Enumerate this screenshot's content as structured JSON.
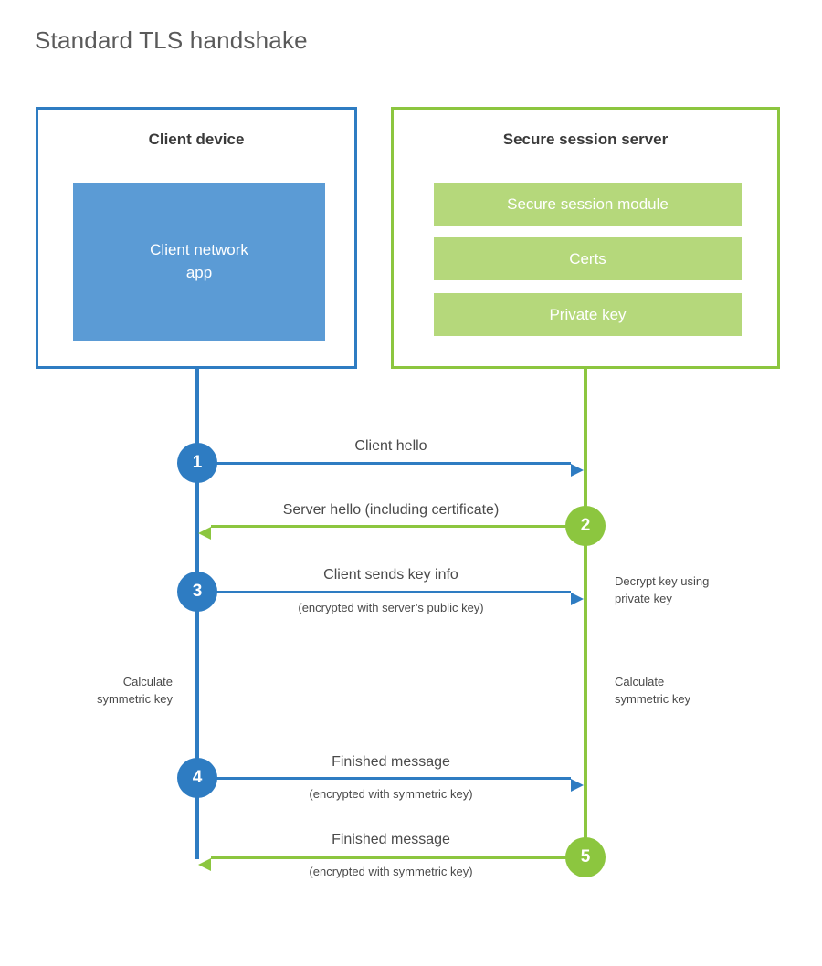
{
  "title": "Standard TLS handshake",
  "colors": {
    "client_blue": "#2e7cc2",
    "client_app_fill": "#5b9bd5",
    "server_green": "#8cc63f",
    "server_bar_fill": "#b5d87b",
    "text_gray": "#4a4a4a",
    "title_gray": "#5a5a5a",
    "background": "#ffffff"
  },
  "client": {
    "title": "Client device",
    "app_label": "Client network\napp",
    "app_label_line1": "Client network",
    "app_label_line2": "app"
  },
  "server": {
    "title": "Secure session server",
    "components": [
      {
        "label": "Secure session module"
      },
      {
        "label": "Certs"
      },
      {
        "label": "Private key"
      }
    ]
  },
  "steps": [
    {
      "number": "1",
      "direction": "client-to-server",
      "color": "blue",
      "label": "Client hello",
      "sublabel": ""
    },
    {
      "number": "2",
      "direction": "server-to-client",
      "color": "green",
      "label": "Server hello (including certificate)",
      "sublabel": ""
    },
    {
      "number": "3",
      "direction": "client-to-server",
      "color": "blue",
      "label": "Client sends key info",
      "sublabel": "(encrypted with server’s public key)"
    },
    {
      "number": "4",
      "direction": "client-to-server",
      "color": "blue",
      "label": "Finished message",
      "sublabel": "(encrypted with symmetric key)"
    },
    {
      "number": "5",
      "direction": "server-to-client",
      "color": "green",
      "label": "Finished message",
      "sublabel": "(encrypted with symmetric key)"
    }
  ],
  "annotations": {
    "decrypt_key": "Decrypt key using\nprivate key",
    "client_calculate": "Calculate\nsymmetric key",
    "server_calculate": "Calculate\nsymmetric key"
  }
}
